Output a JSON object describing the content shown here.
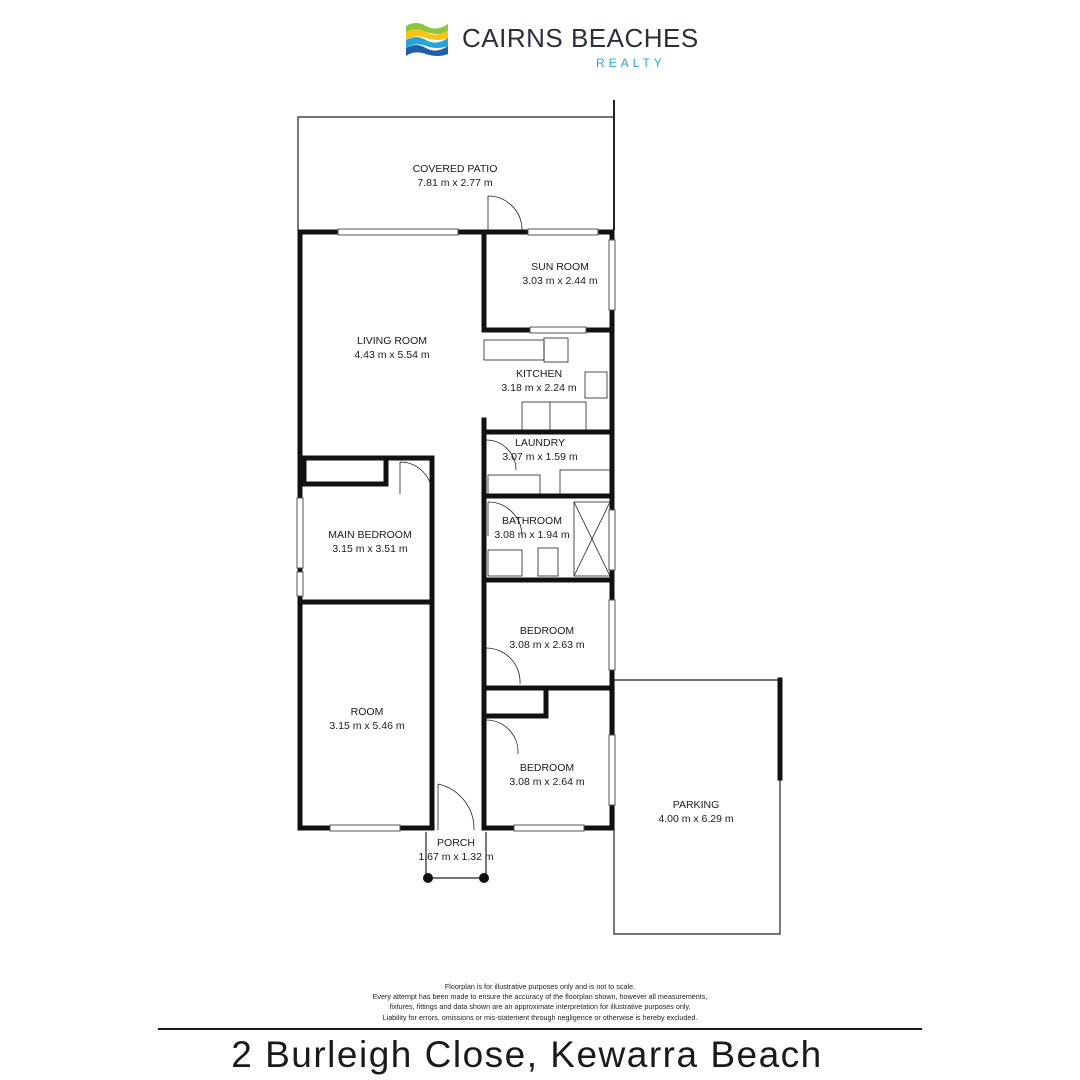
{
  "logo": {
    "brand": "CAIRNS BEACHES",
    "sub": "REALTY",
    "colors": {
      "green": "#8cc63f",
      "yellow": "#f4c515",
      "blue": "#2aa4d8",
      "navy": "#1f5fa8"
    }
  },
  "rooms": {
    "covered_patio": {
      "name": "COVERED PATIO",
      "dims": "7.81 m x 2.77 m"
    },
    "sun_room": {
      "name": "SUN ROOM",
      "dims": "3.03 m x 2.44 m"
    },
    "living_room": {
      "name": "LIVING ROOM",
      "dims": "4.43 m x 5.54 m"
    },
    "kitchen": {
      "name": "KITCHEN",
      "dims": "3.18 m x 2.24 m"
    },
    "laundry": {
      "name": "LAUNDRY",
      "dims": "3.07 m x 1.59 m"
    },
    "main_bedroom": {
      "name": "MAIN BEDROOM",
      "dims": "3.15 m x 3.51 m"
    },
    "bathroom": {
      "name": "BATHROOM",
      "dims": "3.08 m x 1.94 m"
    },
    "bedroom_1": {
      "name": "BEDROOM",
      "dims": "3.08 m x 2.63 m"
    },
    "room": {
      "name": "ROOM",
      "dims": "3.15 m x 5.46 m"
    },
    "bedroom_2": {
      "name": "BEDROOM",
      "dims": "3.08 m x 2.64 m"
    },
    "parking": {
      "name": "PARKING",
      "dims": "4.00 m x 6.29 m"
    },
    "porch": {
      "name": "PORCH",
      "dims": "1.67 m x 1.32 m"
    }
  },
  "disclaimer": {
    "line1": "Floorplan is for illustrative purposes only and is not to scale.",
    "line2": "Every attempt has been made to ensure the accuracy of the floorplan shown, however all measurements,",
    "line3": "fixtures, fittings and data shown are an approximate interpretation for illustrative purposes only.",
    "line4": "Liability for errors, omissions or mis-statement through negligence or otherwise is hereby excluded."
  },
  "address": "2 Burleigh Close, Kewarra Beach"
}
